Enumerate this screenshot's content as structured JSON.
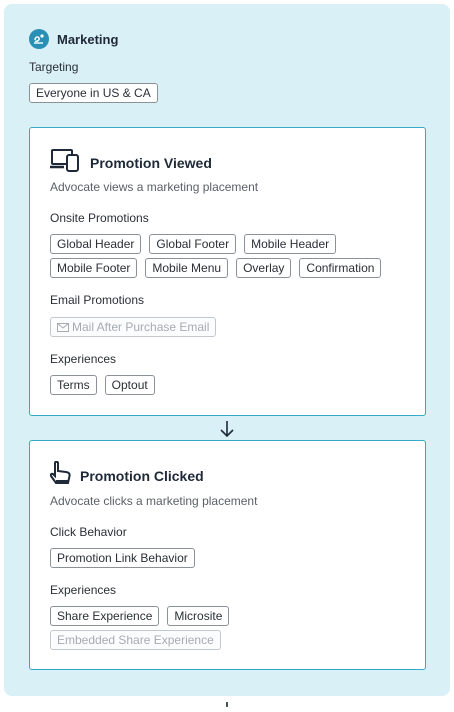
{
  "header": {
    "icon": "megaphone-icon",
    "title": "Marketing"
  },
  "targeting": {
    "label": "Targeting",
    "value": "Everyone in US & CA"
  },
  "promotion_viewed": {
    "title": "Promotion Viewed",
    "description": "Advocate views a marketing placement",
    "onsite_label": "Onsite Promotions",
    "onsite_row1": [
      "Global Header",
      "Global Footer",
      "Mobile Header"
    ],
    "onsite_row2": [
      "Mobile Footer",
      "Mobile Menu",
      "Overlay",
      "Confirmation"
    ],
    "email_label": "Email Promotions",
    "email_item": "Mail After Purchase Email",
    "experiences_label": "Experiences",
    "experiences": [
      "Terms",
      "Optout"
    ]
  },
  "promotion_clicked": {
    "title": "Promotion Clicked",
    "description": "Advocate clicks a marketing placement",
    "click_label": "Click Behavior",
    "click_item": "Promotion Link Behavior",
    "experiences_label": "Experiences",
    "experiences_row1": [
      "Share Experience",
      "Microsite"
    ],
    "experiences_row2": [
      "Embedded Share Experience"
    ]
  },
  "colors": {
    "panel": "#d8f0f6",
    "accent": "#2a8fb5",
    "card_border": "#35a9c8"
  }
}
